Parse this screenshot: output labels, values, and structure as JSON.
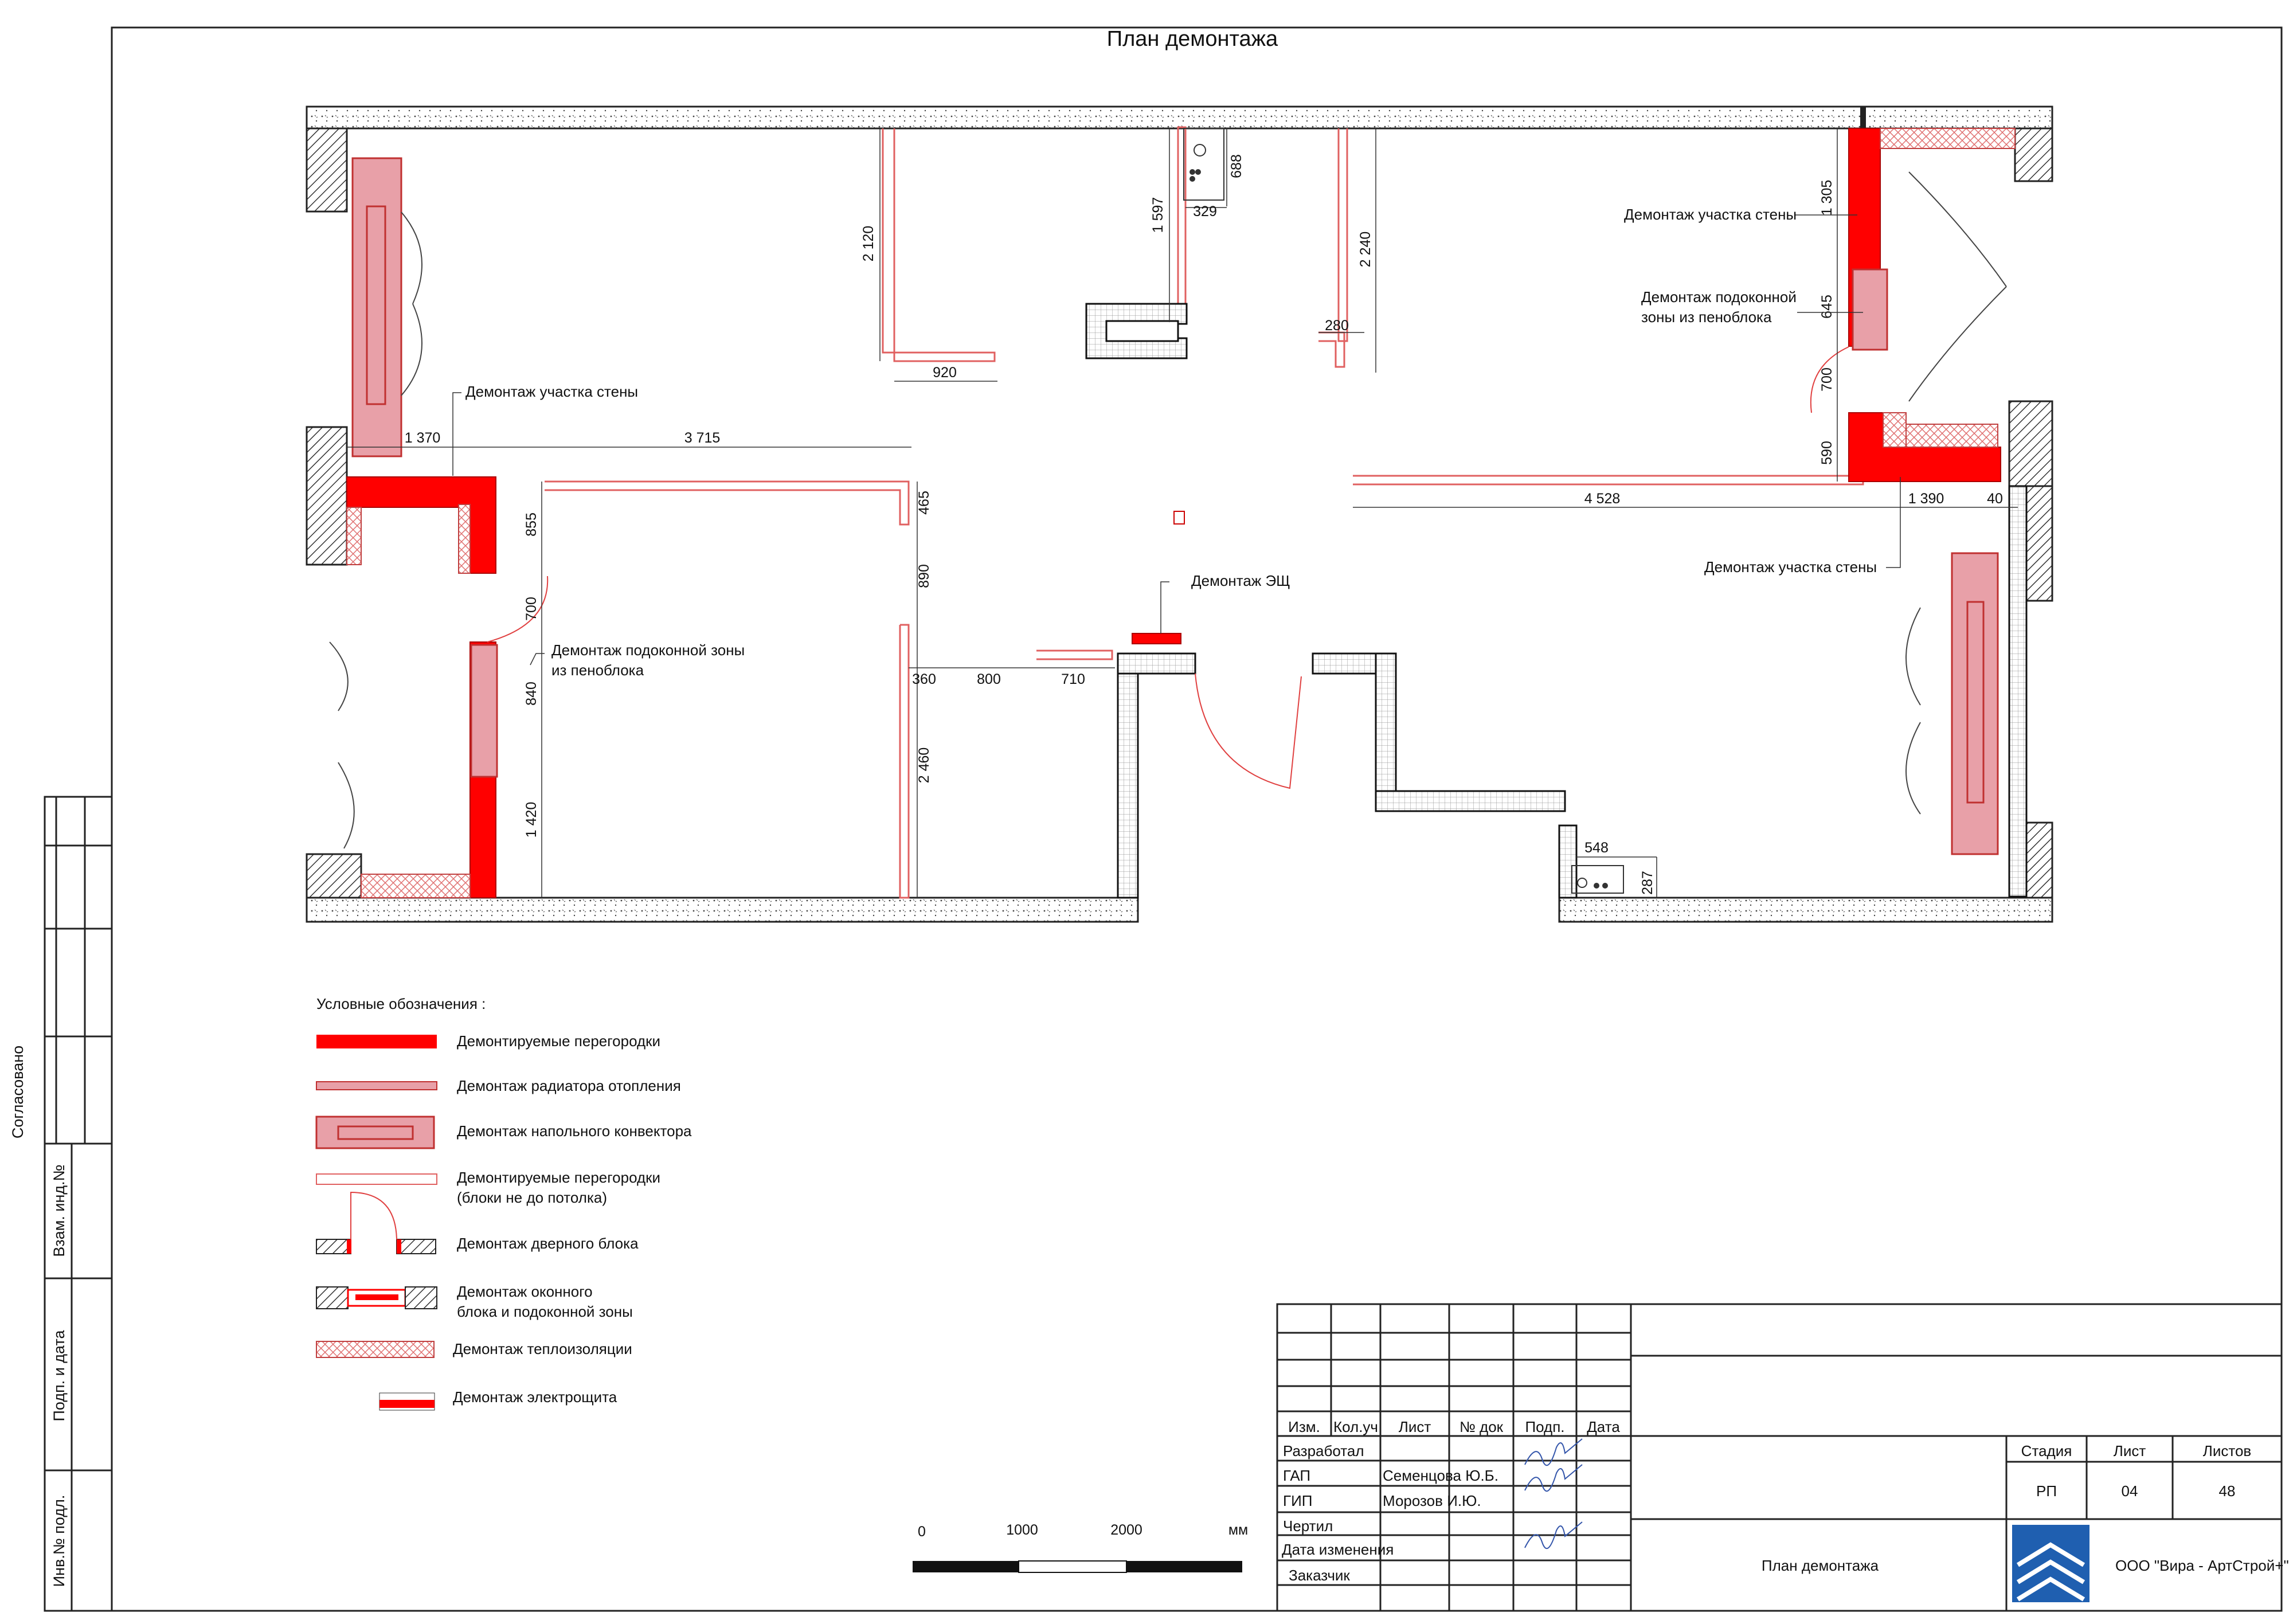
{
  "title": "План демонтажа",
  "annotations": {
    "wall_left": "Демонтаж участка стены",
    "sill_left_1": "Демонтаж подоконной зоны",
    "sill_left_2": "из пеноблока",
    "panel": "Демонтаж ЭЩ",
    "wall_right_top": "Демонтаж участка стены",
    "sill_right_1": "Демонтаж подоконной",
    "sill_right_2": "зоны из пеноблока",
    "wall_right_bottom": "Демонтаж участка стены"
  },
  "dimensions": {
    "d2120": "2 120",
    "d920": "920",
    "d1597": "1 597",
    "d329": "329",
    "d688": "688",
    "d2240": "2 240",
    "d280": "280",
    "d1370": "1 370",
    "d3715": "3 715",
    "d465": "465",
    "d855": "855",
    "d890": "890",
    "d700l": "700",
    "d840": "840",
    "d360": "360",
    "d800": "800",
    "d710": "710",
    "d2460": "2 460",
    "d1420": "1 420",
    "d548": "548",
    "d287": "287",
    "d1305": "1 305",
    "d645": "645",
    "d700r": "700",
    "d590": "590",
    "d4528": "4 528",
    "d1390": "1 390",
    "d40": "40"
  },
  "legend": {
    "title": "Условные обозначения :",
    "items": {
      "partitions": "Демонтируемые перегородки",
      "radiator": "Демонтаж радиатора отопления",
      "convector": "Демонтаж напольного конвектора",
      "low_partitions_1": "Демонтируемые перегородки",
      "low_partitions_2": "(блоки не до потолка)",
      "door": "Демонтаж дверного блока",
      "window_1": "Демонтаж оконного",
      "window_2": "блока и подоконной зоны",
      "insulation": "Демонтаж теплоизоляции",
      "panel": "Демонтаж  электрощита"
    }
  },
  "scale": {
    "t0": "0",
    "t1": "1000",
    "t2": "2000",
    "unit": "мм"
  },
  "side_stamp": {
    "agreed": "Согласовано",
    "inv_repl": "Взам. инд.№",
    "sign_date": "Подп. и дата",
    "inv_orig": "Инв.№ подл."
  },
  "title_block": {
    "headers": {
      "izm": "Изм.",
      "kol": "Кол.уч",
      "list": "Лист",
      "ndoc": "№ док",
      "podp": "Подп.",
      "date": "Дата"
    },
    "rows": {
      "developed": "Разработал",
      "gap": "ГАП",
      "gap_name": "Семенцова Ю.Б.",
      "gip": "ГИП",
      "gip_name": "Морозов И.Ю.",
      "drew": "Чертил",
      "changed": "Дата изменения",
      "customer": "Заказчик"
    },
    "stage_label": "Стадия",
    "sheet_label": "Лист",
    "sheets_label": "Листов",
    "stage": "РП",
    "sheet": "04",
    "sheets": "48",
    "sheet_title": "План демонтажа",
    "company": "ООО \"Вира - АртСтрой+\""
  },
  "colors": {
    "demolish": "#ff0000",
    "radiator": "#e8a0a8",
    "partition_outline": "#e06060",
    "wall_hatch": "#555555"
  }
}
